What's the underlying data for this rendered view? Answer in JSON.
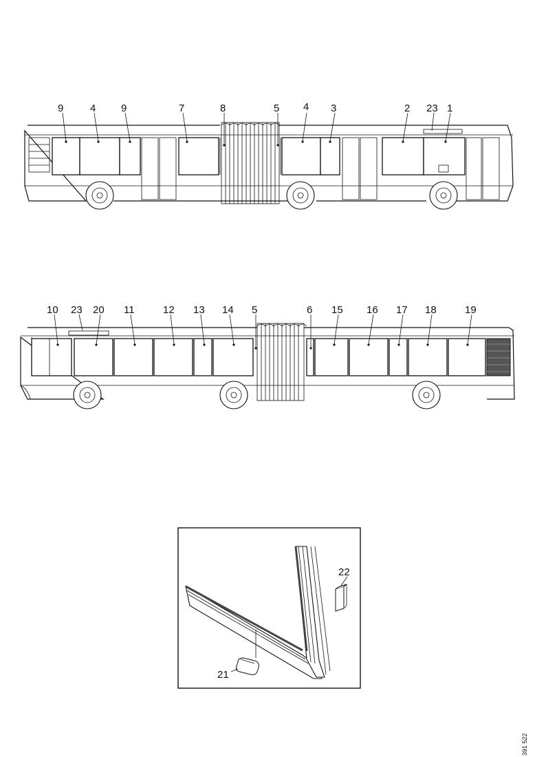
{
  "bus_left_side": {
    "callouts": [
      "9",
      "4",
      "9",
      "7",
      "8",
      "5",
      "4",
      "3",
      "2",
      "23",
      "1"
    ]
  },
  "bus_right_side": {
    "callouts": [
      "10",
      "23",
      "20",
      "11",
      "12",
      "13",
      "14",
      "5",
      "6",
      "15",
      "16",
      "17",
      "18",
      "19"
    ]
  },
  "detail": {
    "callouts": [
      "22",
      "21"
    ]
  },
  "reference": "391 522"
}
